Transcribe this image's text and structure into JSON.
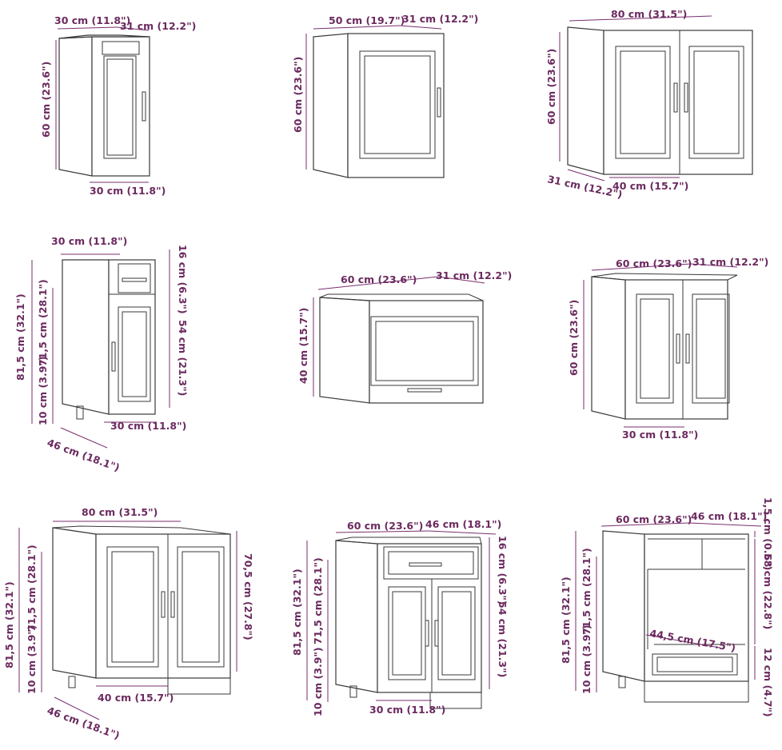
{
  "colors": {
    "dimension": "#7a2e6e",
    "label": "#6b2a5f",
    "outline": "#3a3a3a"
  },
  "labels": {
    "c1_w": "30 cm (11.8\")",
    "c1_d": "31 cm (12.2\")",
    "c1_h": "60 cm (23.6\")",
    "c1_b": "30 cm (11.8\")",
    "c2_w": "50 cm (19.7\")",
    "c2_d": "31 cm (12.2\")",
    "c2_h": "60 cm (23.6\")",
    "c3_w": "80 cm (31.5\")",
    "c3_h": "60 cm (23.6\")",
    "c3_d": "31 cm (12.2\")",
    "c3_b": "40 cm (15.7\")",
    "c4_w": "30 cm (11.8\")",
    "c4_drawer": "16 cm (6.3\")",
    "c4_door": "54 cm (21.3\")",
    "c4_total": "81,5 cm (32.1\")",
    "c4_body": "71,5 cm (28.1\")",
    "c4_leg": "10 cm (3.9\")",
    "c4_d": "46 cm (18.1\")",
    "c4_b": "30 cm (11.8\")",
    "c5_w": "60 cm (23.6\")",
    "c5_d": "31 cm (12.2\")",
    "c5_h": "40 cm (15.7\")",
    "c6_w": "60 cm (23.6\")",
    "c6_d": "31 cm (12.2\")",
    "c6_h": "60 cm (23.6\")",
    "c6_b": "30 cm (11.8\")",
    "c7_w": "80 cm (31.5\")",
    "c7_total": "81,5 cm (32.1\")",
    "c7_body": "71,5 cm (28.1\")",
    "c7_leg": "10 cm (3.9\")",
    "c7_inner": "70,5 cm (27.8\")",
    "c7_d": "46 cm (18.1\")",
    "c7_b": "40 cm (15.7\")",
    "c8_w": "60 cm (23.6\")",
    "c8_d": "46 cm (18.1\")",
    "c8_drawer": "16 cm (6.3\")",
    "c8_door": "54 cm (21.3\")",
    "c8_total": "81,5 cm (32.1\")",
    "c8_body": "71,5 cm (28.1\")",
    "c8_leg": "10 cm (3.9\")",
    "c8_b": "30 cm (11.8\")",
    "c9_w": "60 cm (23.6\")",
    "c9_d": "46 cm (18.1\")",
    "c9_top": "1,5 cm (0.6\")",
    "c9_niche": "58 cm (22.8\")",
    "c9_drawer": "12 cm (4.7\")",
    "c9_total": "81,5 cm (32.1\")",
    "c9_body": "71,5 cm (28.1\")",
    "c9_leg": "10 cm (3.9\")",
    "c9_inner": "44,5 cm (17.5\")"
  }
}
